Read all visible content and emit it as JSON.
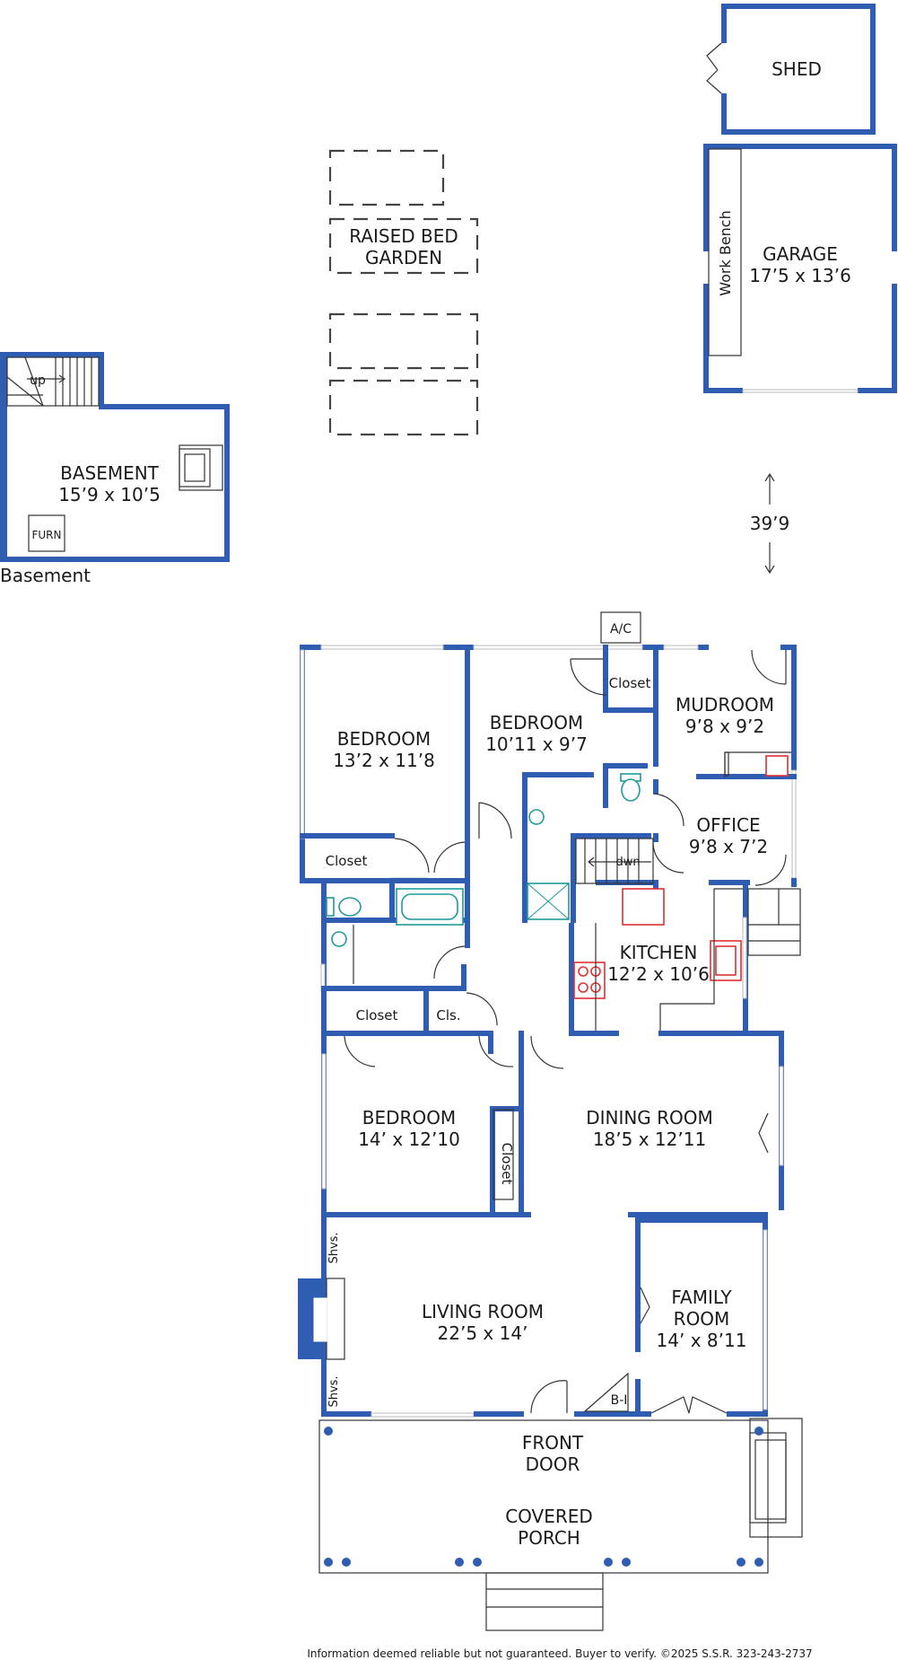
{
  "labels": {
    "shed": "SHED",
    "garage_name": "GARAGE",
    "garage_size": "17’5 x 13’6",
    "work_bench": "Work Bench",
    "raised_bed_1": "RAISED BED",
    "raised_bed_2": "GARDEN",
    "basement_name": "BASEMENT",
    "basement_size": "15’9 x 10’5",
    "basement_caption": "Basement",
    "up": "up",
    "furn": "FURN",
    "distance": "39’9",
    "ac": "A/C",
    "bedroom1_name": "BEDROOM",
    "bedroom1_size": "13’2 x 11’8",
    "bedroom2_name": "BEDROOM",
    "bedroom2_size": "10’11 x 9’7",
    "mudroom_name": "MUDROOM",
    "mudroom_size": "9’8 x 9’2",
    "office_name": "OFFICE",
    "office_size": "9’8 x 7’2",
    "kitchen_name": "KITCHEN",
    "kitchen_size": "12’2 x 10’6",
    "bedroom3_name": "BEDROOM",
    "bedroom3_size": "14’ x 12’10",
    "dining_name": "DINING ROOM",
    "dining_size": "18’5 x 12’11",
    "living_name": "LIVING ROOM",
    "living_size": "22’5 x 14’",
    "family_name_1": "FAMILY",
    "family_name_2": "ROOM",
    "family_size": "14’ x 8’11",
    "front_door_1": "FRONT",
    "front_door_2": "DOOR",
    "porch_1": "COVERED",
    "porch_2": "PORCH",
    "closet_top": "Closet",
    "closet_bed1": "Closet",
    "closet_hall": "Closet",
    "cls": "Cls.",
    "closet_bed3": "Closet",
    "dwn": "dwn",
    "shvs_top": "Shvs.",
    "shvs_bottom": "Shvs.",
    "bi": "B-I"
  },
  "footer": "Information deemed reliable but not guaranteed. Buyer to verify. ©2025 S.S.R. 323-243-2737",
  "colors": {
    "wall": "#2f5db1",
    "fixture_teal": "#1f9a9a",
    "fixture_red": "#e03030"
  }
}
